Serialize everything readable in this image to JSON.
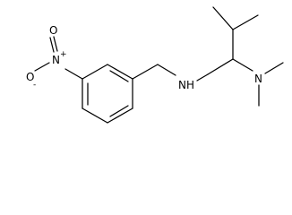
{
  "molecule": {
    "atoms": {
      "nitro_oxygen_top": "O",
      "nitro_nitrogen": "N",
      "nitro_plus": "+",
      "nitro_oxygen_minus": "O",
      "nitro_minus": "-",
      "amine_nh": "NH",
      "dimethylamino_n": "N"
    }
  }
}
